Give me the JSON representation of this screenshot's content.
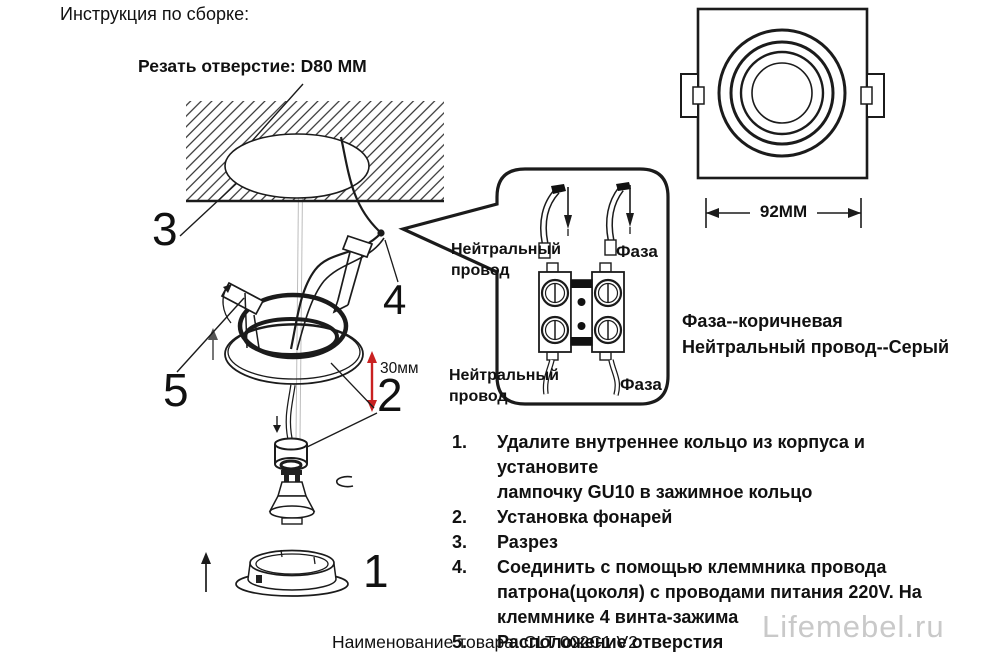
{
  "header": {
    "title": "Инструкция по сборке:"
  },
  "diagram": {
    "cut_hole_label": "Резать отверстие:  D80 MM",
    "depth_label": "30мм",
    "parts": {
      "n1": "1",
      "n2": "2",
      "n3": "3",
      "n4": "4",
      "n5": "5"
    }
  },
  "top_view": {
    "width_label": "92MM"
  },
  "wiring": {
    "neutral_top": "Нейтральный\nпровод",
    "phase_top": "Фаза",
    "neutral_bottom": "Нейтральный\nпровод",
    "phase_bottom": "Фаза",
    "note": "Фаза--коричневая\nНейтральный провод--Серый"
  },
  "steps": [
    {
      "num": "1.",
      "text": "Удалите внутреннее кольцо из корпуса и установите\nлампочку GU10 в зажимное кольцо"
    },
    {
      "num": "2.",
      "text": "Установка фонарей"
    },
    {
      "num": "3.",
      "text": "Разрез"
    },
    {
      "num": "4.",
      "text": "Соединить с помощью клеммника провода\nпатрона(цоколя) с проводами питания 220V. На\nклеммнике 4 винта-зажима"
    },
    {
      "num": "5.",
      "text": "Расположение отверстия"
    }
  ],
  "footer": {
    "product_caption": "Наименование товара: CLT 002C1 V2",
    "watermark": "Lifemebel.ru"
  },
  "colors": {
    "ink": "#1b1b1b",
    "accent_red": "#c92121",
    "watermark_gray": "#c9c9c9"
  }
}
